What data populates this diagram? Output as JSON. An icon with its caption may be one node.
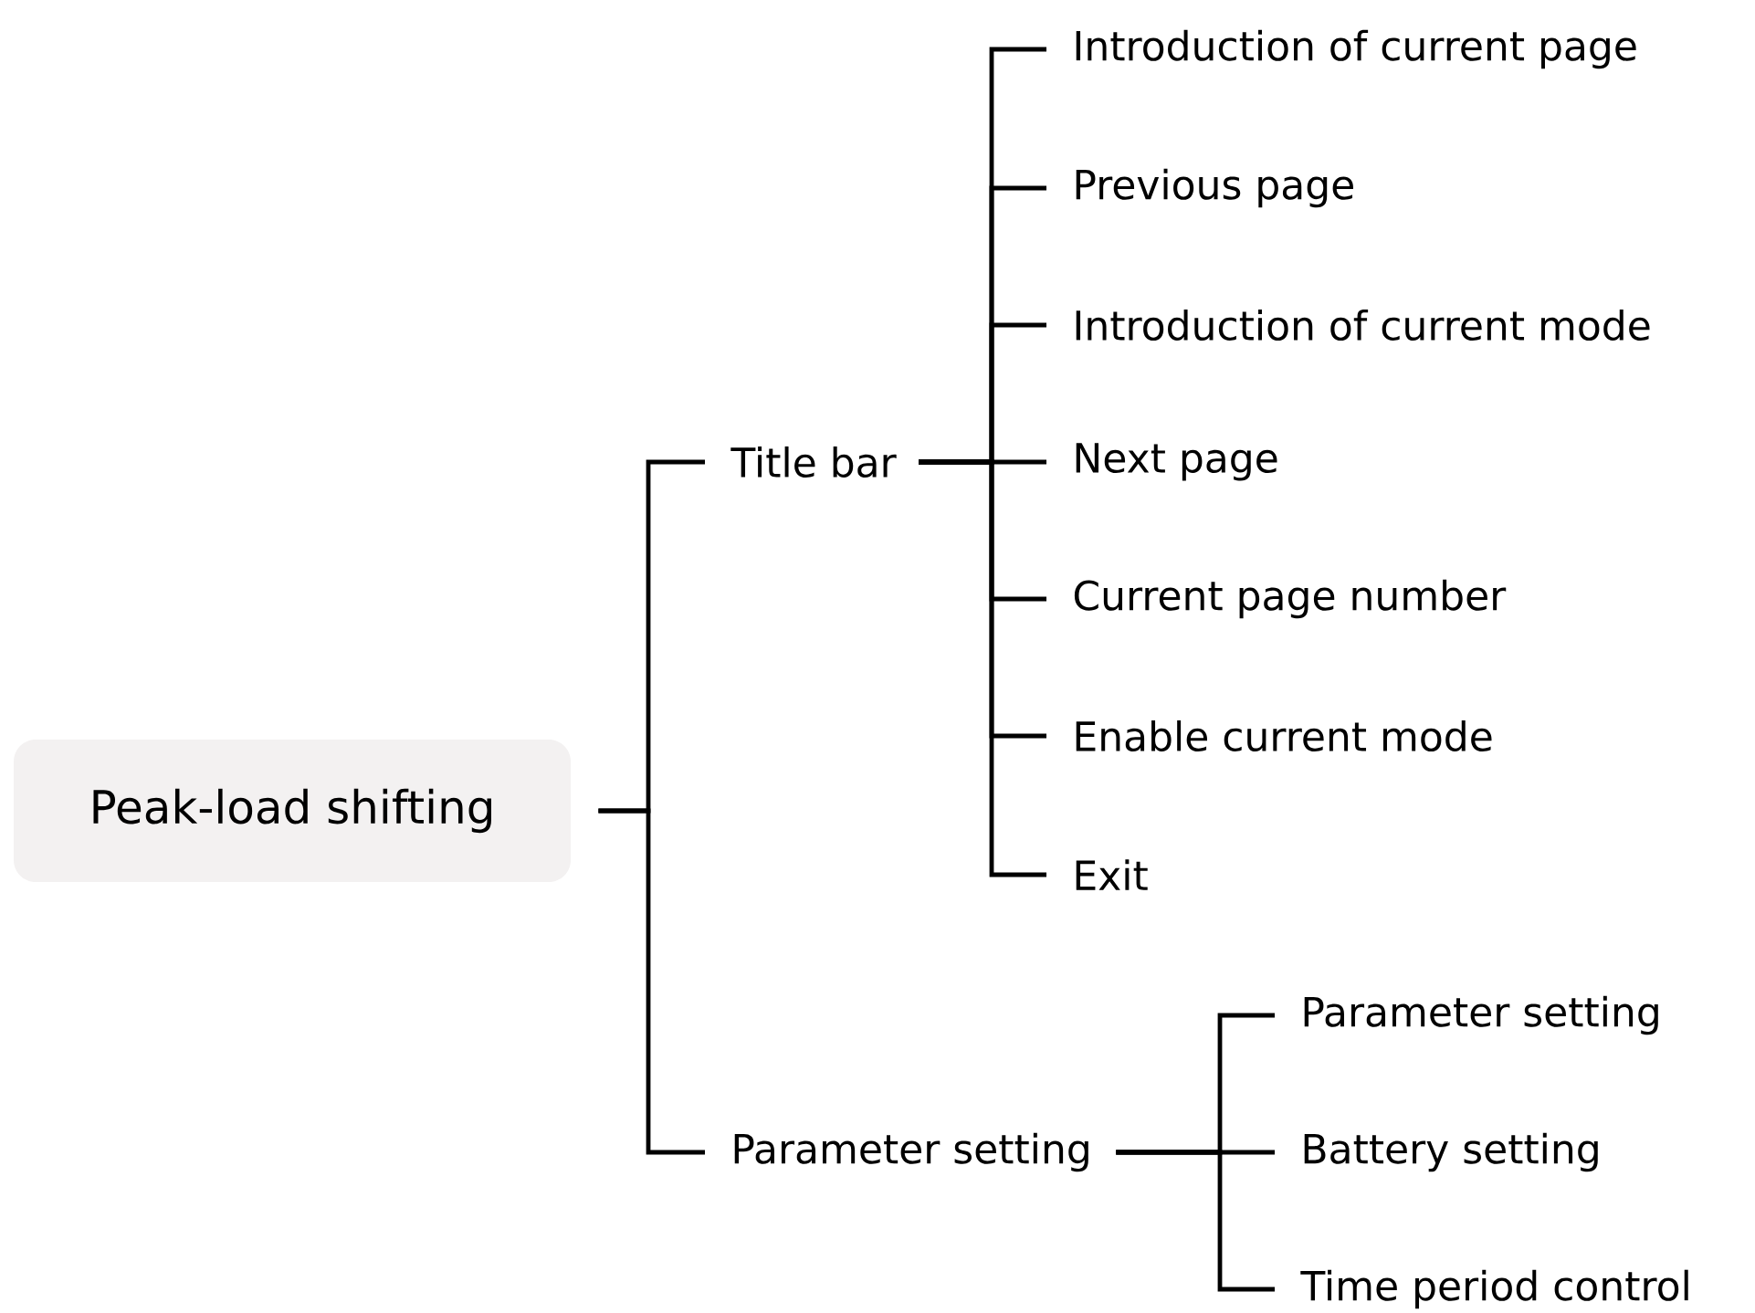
{
  "diagram": {
    "nodes": [
      {
        "text": [
          "Peak-load shifting"
        ]
      },
      {
        "text": [
          "Title bar"
        ]
      },
      {
        "text": [
          "Parameter setting"
        ]
      },
      {
        "text": [
          "Introduction of current page"
        ]
      },
      {
        "text": [
          "Previous page"
        ]
      },
      {
        "text": [
          "Introduction of current mode"
        ]
      },
      {
        "text": [
          "Next page"
        ]
      },
      {
        "text": [
          "Current page number"
        ]
      },
      {
        "text": [
          "Enable current mode"
        ]
      },
      {
        "text": [
          "Exit"
        ]
      },
      {
        "text": [
          "Parameter setting"
        ]
      },
      {
        "text": [
          "Battery setting"
        ]
      },
      {
        "text": [
          "Time period control"
        ]
      }
    ],
    "edges": [
      {
        "from": 0,
        "to": 1,
        "arrow": "none"
      },
      {
        "from": 0,
        "to": 2,
        "arrow": "none"
      },
      {
        "from": 1,
        "to": 3,
        "arrow": "none"
      },
      {
        "from": 1,
        "to": 4,
        "arrow": "none"
      },
      {
        "from": 1,
        "to": 5,
        "arrow": "none"
      },
      {
        "from": 1,
        "to": 6,
        "arrow": "none"
      },
      {
        "from": 1,
        "to": 7,
        "arrow": "none"
      },
      {
        "from": 1,
        "to": 8,
        "arrow": "none"
      },
      {
        "from": 1,
        "to": 9,
        "arrow": "none"
      },
      {
        "from": 2,
        "to": 10,
        "arrow": "none"
      },
      {
        "from": 2,
        "to": 11,
        "arrow": "none"
      },
      {
        "from": 2,
        "to": 12,
        "arrow": "none"
      }
    ]
  }
}
